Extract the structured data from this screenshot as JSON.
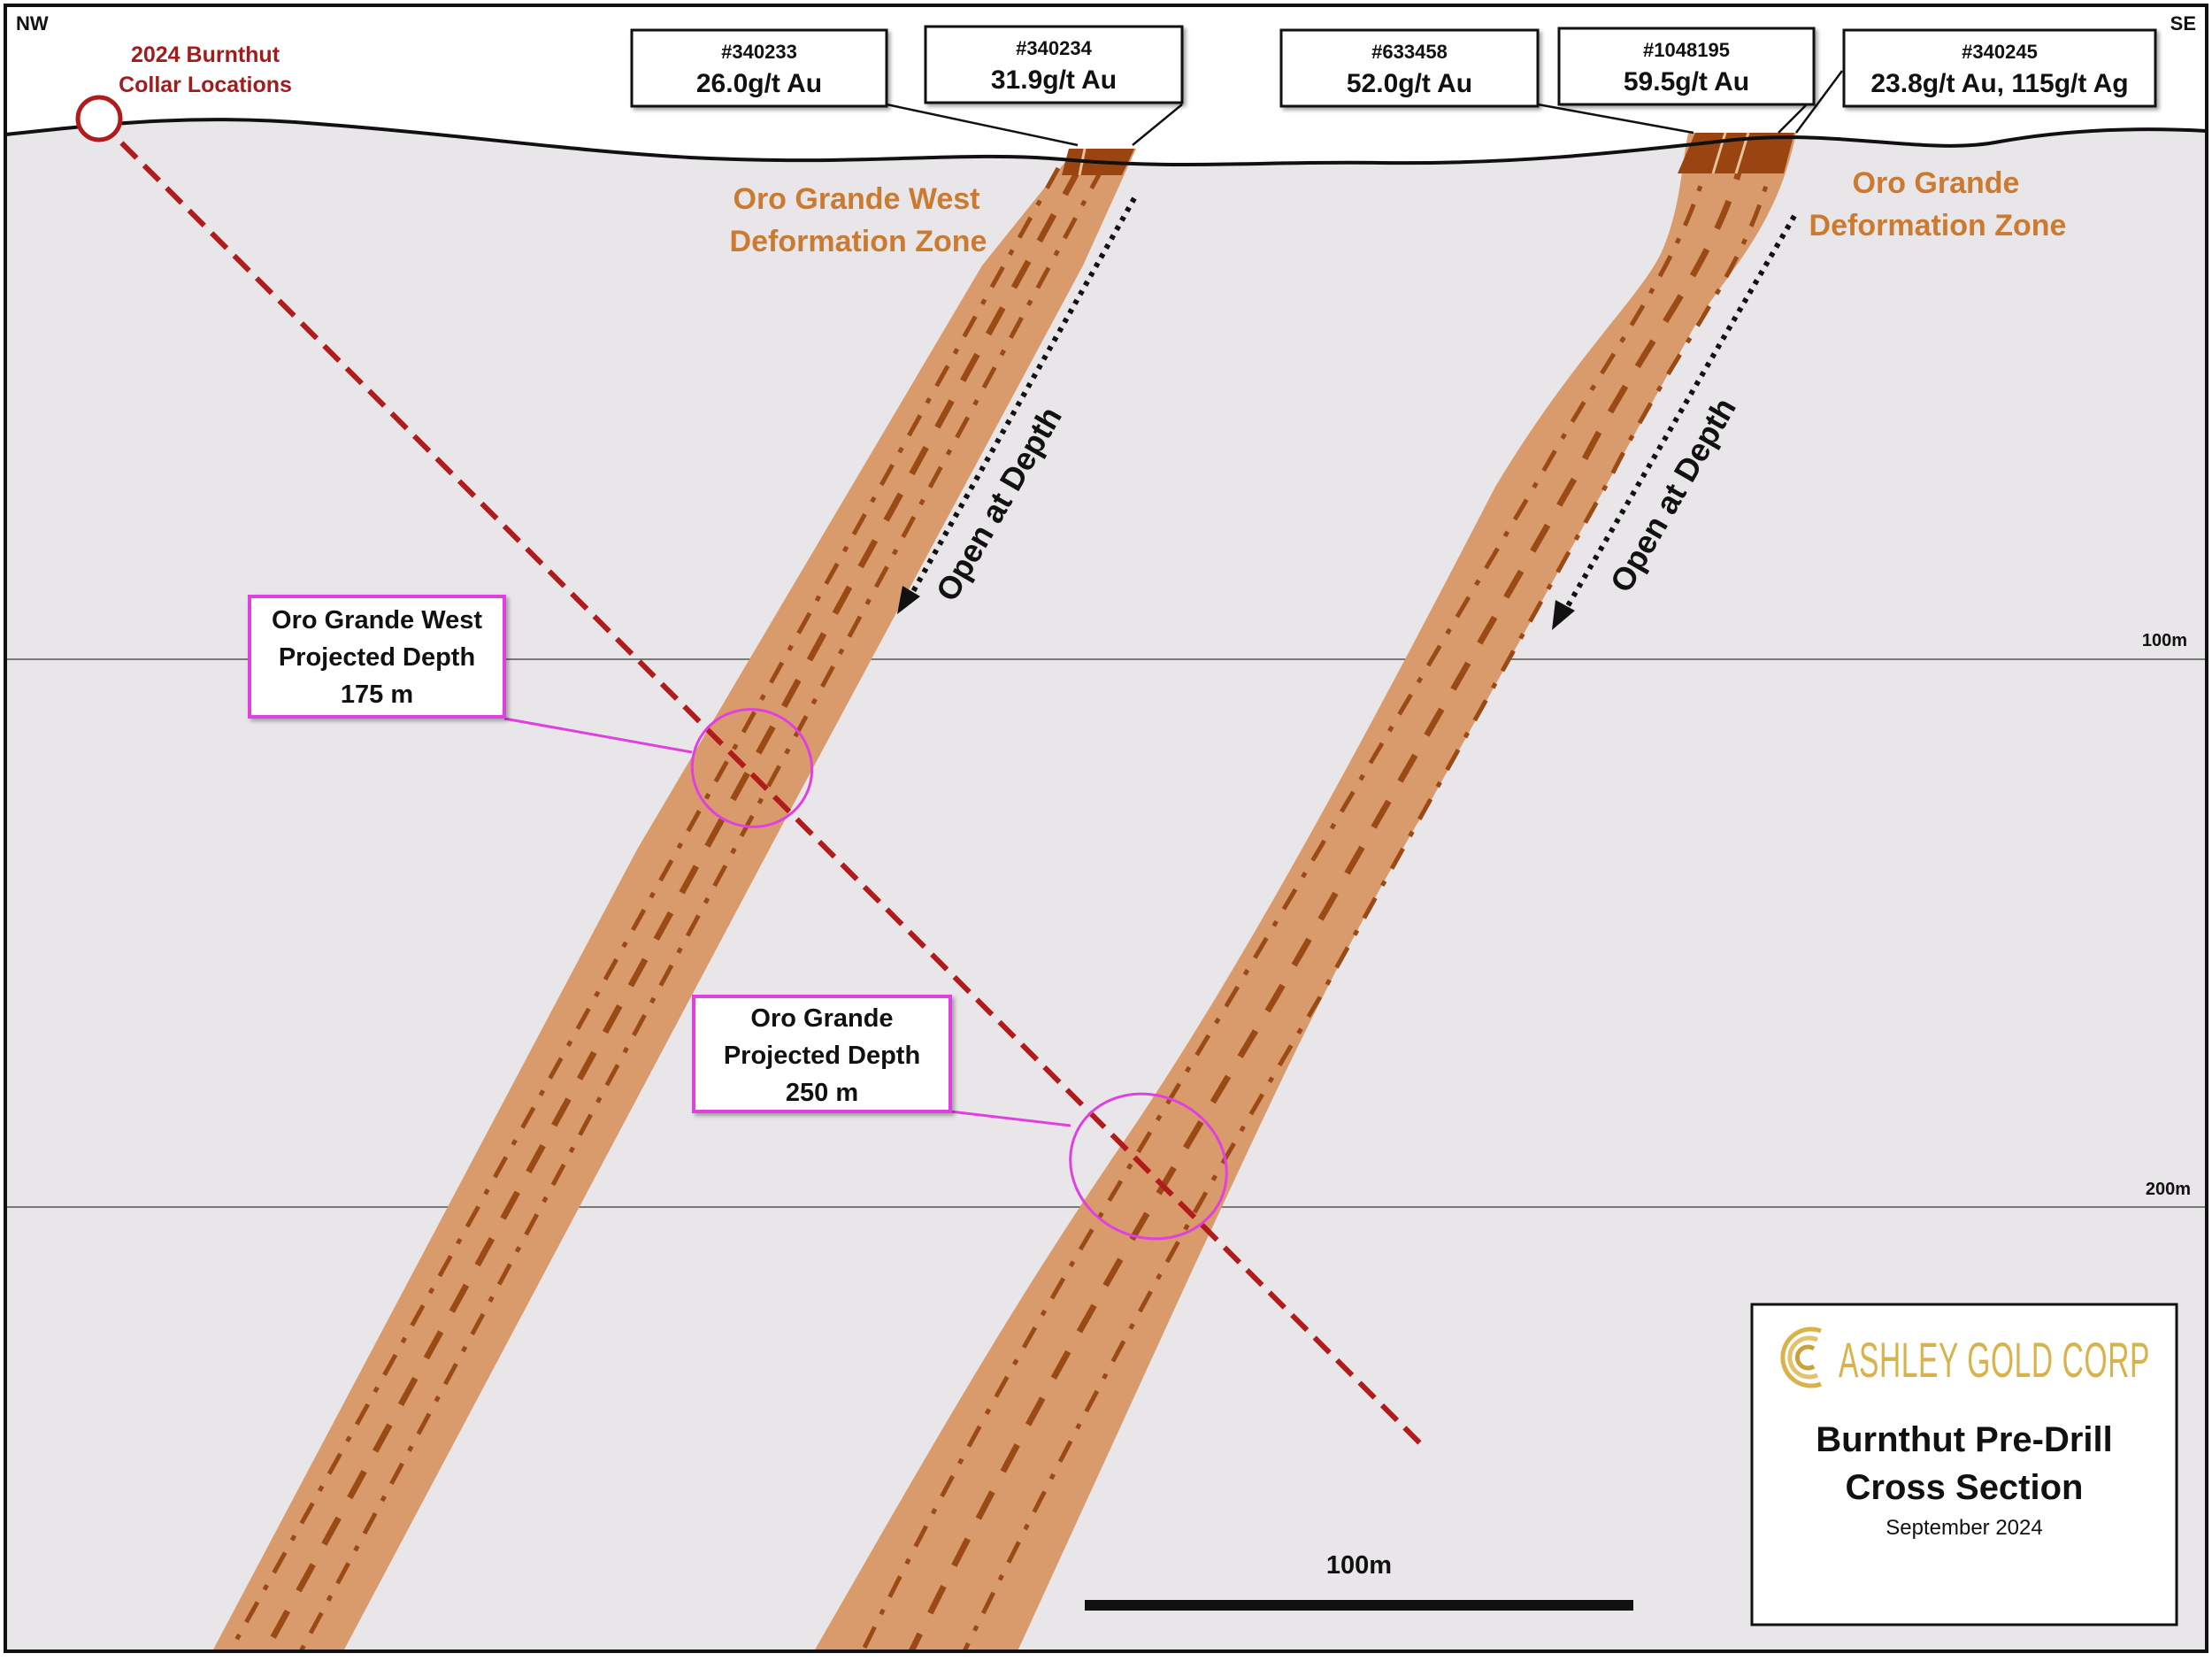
{
  "compass": {
    "left": "NW",
    "right": "SE"
  },
  "collar": {
    "label_line1": "2024 Burnthut",
    "label_line2": "Collar Locations"
  },
  "assays": [
    {
      "id": "#340233",
      "value": "26.0g/t Au"
    },
    {
      "id": "#340234",
      "value": "31.9g/t Au"
    },
    {
      "id": "#633458",
      "value": "52.0g/t Au"
    },
    {
      "id": "#1048195",
      "value": "59.5g/t Au"
    },
    {
      "id": "#340245",
      "value": "23.8g/t Au, 115g/t Ag"
    }
  ],
  "zones": {
    "west": {
      "line1": "Oro Grande West",
      "line2": "Deformation Zone"
    },
    "east": {
      "line1": "Oro Grande",
      "line2": "Deformation Zone"
    }
  },
  "open_at_depth": "Open at Depth",
  "depth_lines": {
    "d100": "100m",
    "d200": "200m"
  },
  "projections": {
    "west": {
      "line1": "Oro Grande West",
      "line2": "Projected Depth",
      "line3": "175 m"
    },
    "east": {
      "line1": "Oro Grande",
      "line2": "Projected Depth",
      "line3": "250 m"
    }
  },
  "scale_bar": {
    "label": "100m"
  },
  "title_block": {
    "company": "ASHLEY GOLD CORP",
    "title_line1": "Burnthut Pre-Drill",
    "title_line2": "Cross Section",
    "date": "September 2024"
  },
  "colors": {
    "background": "#e8e6e8",
    "zone_fill": "#d99a6c",
    "zone_dash": "#9a4a14",
    "drill_trace": "#b01c1c",
    "projection_box": "#e040e0",
    "zone_label": "#cc7a30",
    "logo": "#d9b24c"
  }
}
